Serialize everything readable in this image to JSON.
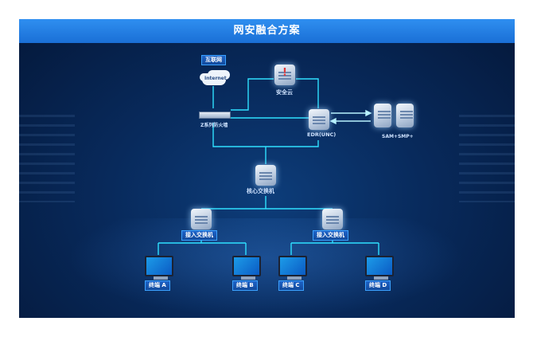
{
  "title": "网安融合方案",
  "labels": {
    "internet_group": "互联网",
    "internet_cloud": "Internet",
    "firewall": "Z系列防火墙",
    "security_cloud": "安全云",
    "edr": "EDR(UNC)",
    "sam": "SAM+SMP+",
    "core_switch": "核心交换机",
    "access_left": "接入交换机",
    "access_right": "接入交换机",
    "term_a": "终端 A",
    "term_b": "终端 B",
    "term_c": "终端 C",
    "term_d": "终端 D"
  },
  "colors": {
    "title_bar": "#1a6fd6",
    "background": "#082a5c",
    "link": "#2fe0ff",
    "label_bg": "#1e63c8"
  },
  "icons": {
    "internet": "cloud-icon",
    "firewall": "firewall-icon",
    "security_cloud": "alert-server-icon",
    "edr": "server-icon",
    "sam": "server-icon",
    "switch": "switch-icon",
    "terminal": "monitor-icon"
  }
}
